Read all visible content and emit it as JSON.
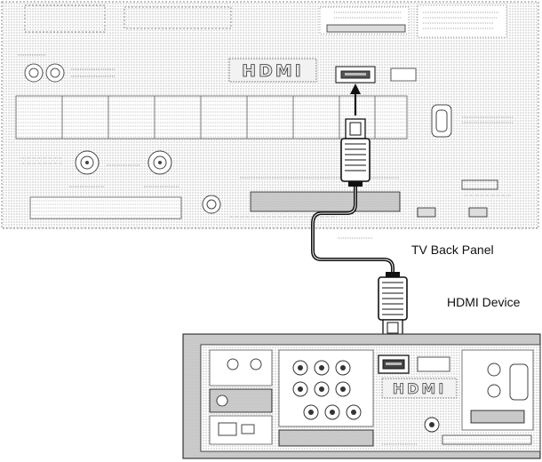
{
  "captions": {
    "tv_back_panel": "TV Back Panel",
    "hdmi_device": "HDMI Device"
  },
  "tv_panel": {
    "hdmi_logo": "HDMI"
  },
  "device_panel": {
    "hdmi_logo": "HDMI"
  },
  "colors": {
    "line": "#5a5a5a",
    "dotted_fill": "#ececec",
    "cable": "#1a1a1a",
    "arrow": "#111111"
  }
}
